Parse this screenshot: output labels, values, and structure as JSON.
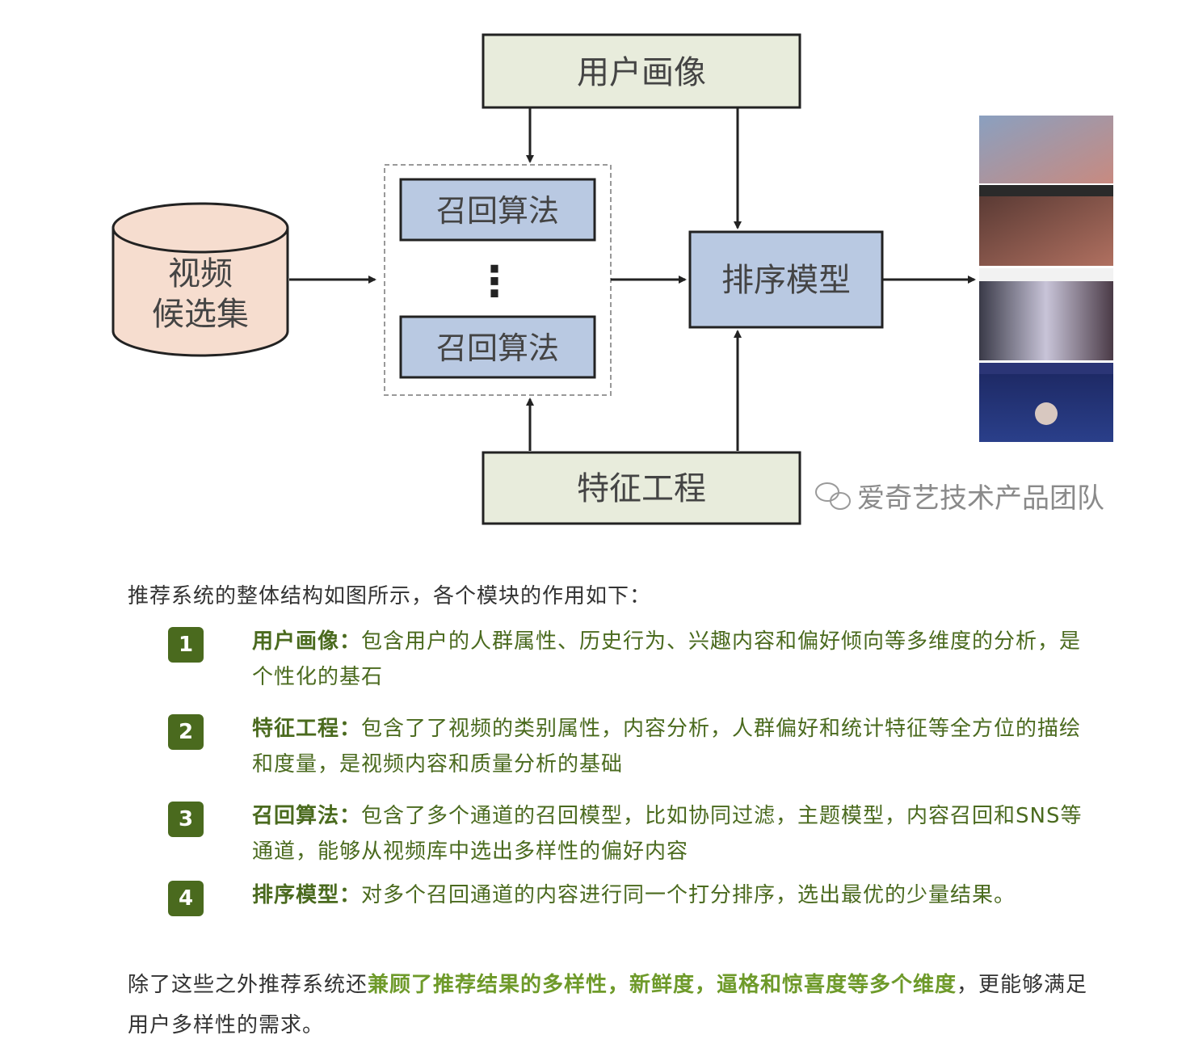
{
  "diagram": {
    "user_profile": "用户画像",
    "video_candidates_line1": "视频",
    "video_candidates_line2": "候选集",
    "recall_algorithm_1": "召回算法",
    "recall_ellipsis": "⋮",
    "recall_algorithm_2": "召回算法",
    "ranking_model": "排序模型",
    "feature_engineering": "特征工程",
    "watermark": "爱奇艺技术产品团队"
  },
  "article": {
    "intro": "推荐系统的整体结构如图所示，各个模块的作用如下：",
    "items": [
      {
        "number": "1",
        "title": "用户画像：",
        "text": "包含用户的人群属性、历史行为、兴趣内容和偏好倾向等多维度的分析，是个性化的基石"
      },
      {
        "number": "2",
        "title": "特征工程：",
        "text": "包含了了视频的类别属性，内容分析，人群偏好和统计特征等全方位的描绘和度量，是视频内容和质量分析的基础"
      },
      {
        "number": "3",
        "title": "召回算法：",
        "text": "包含了多个通道的召回模型，比如协同过滤，主题模型，内容召回和SNS等通道，能够从视频库中选出多样性的偏好内容"
      },
      {
        "number": "4",
        "title": "排序模型：",
        "text": "对多个召回通道的内容进行同一个打分排序，选出最优的少量结果。"
      }
    ],
    "closing_prefix": "除了这些之外推荐系统还",
    "closing_highlight": "兼顾了推荐结果的多样性，新鲜度，逼格和惊喜度等多个维度",
    "closing_suffix": "，更能够满足用户多样性的需求。"
  },
  "colors": {
    "box_green_fill": "#e8ecdc",
    "box_blue_fill": "#b9c9e2",
    "cylinder_fill": "#f6ddcf",
    "accent_green": "#4a6a1e",
    "highlight_green": "#6e9a2a"
  }
}
